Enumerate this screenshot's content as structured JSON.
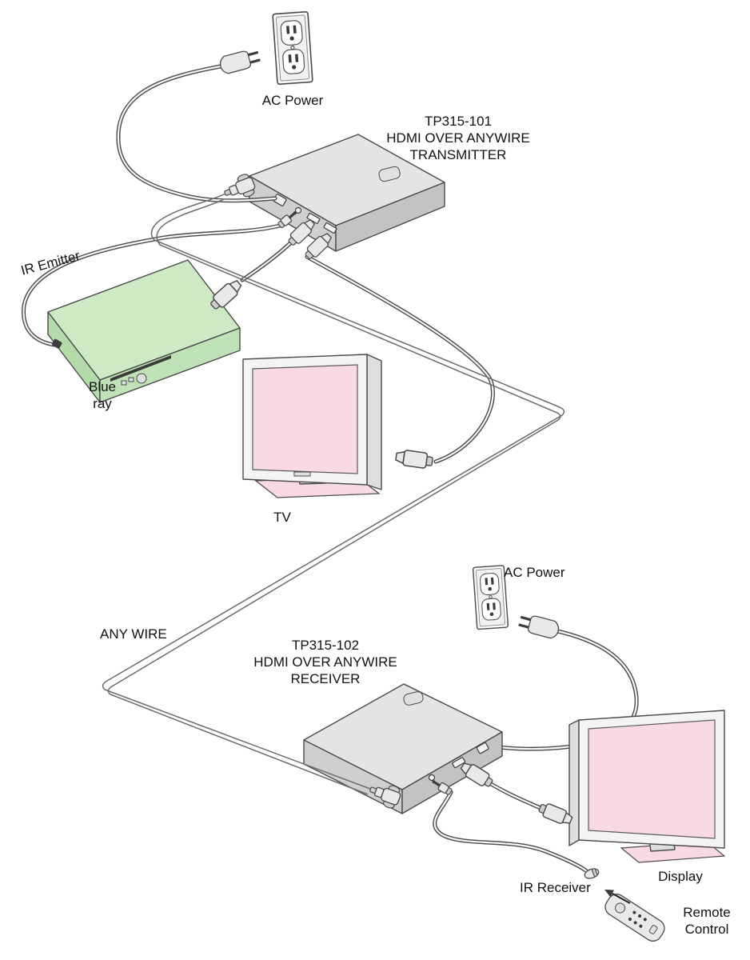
{
  "diagram": {
    "top": {
      "ac_power": "AC Power",
      "transmitter": {
        "model": "TP315-101",
        "line2": "HDMI OVER ANYWIRE",
        "line3": "TRANSMITTER"
      },
      "ir_emitter": "IR Emitter",
      "source": {
        "line1": "Blue",
        "line2": "ray"
      },
      "tv": "TV"
    },
    "link": {
      "any_wire": "ANY WIRE"
    },
    "bottom": {
      "ac_power": "AC Power",
      "receiver": {
        "model": "TP315-102",
        "line2": "HDMI OVER ANYWIRE",
        "line3": "RECEIVER"
      },
      "ir_receiver": "IR Receiver",
      "display": "Display",
      "remote": {
        "line1": "Remote",
        "line2": "Control"
      }
    },
    "colors": {
      "source_fill": "#cdeac4",
      "screen_fill": "#f8d9e5",
      "device_fill": "#e4e4e4",
      "outline": "#4a4a4a"
    }
  }
}
